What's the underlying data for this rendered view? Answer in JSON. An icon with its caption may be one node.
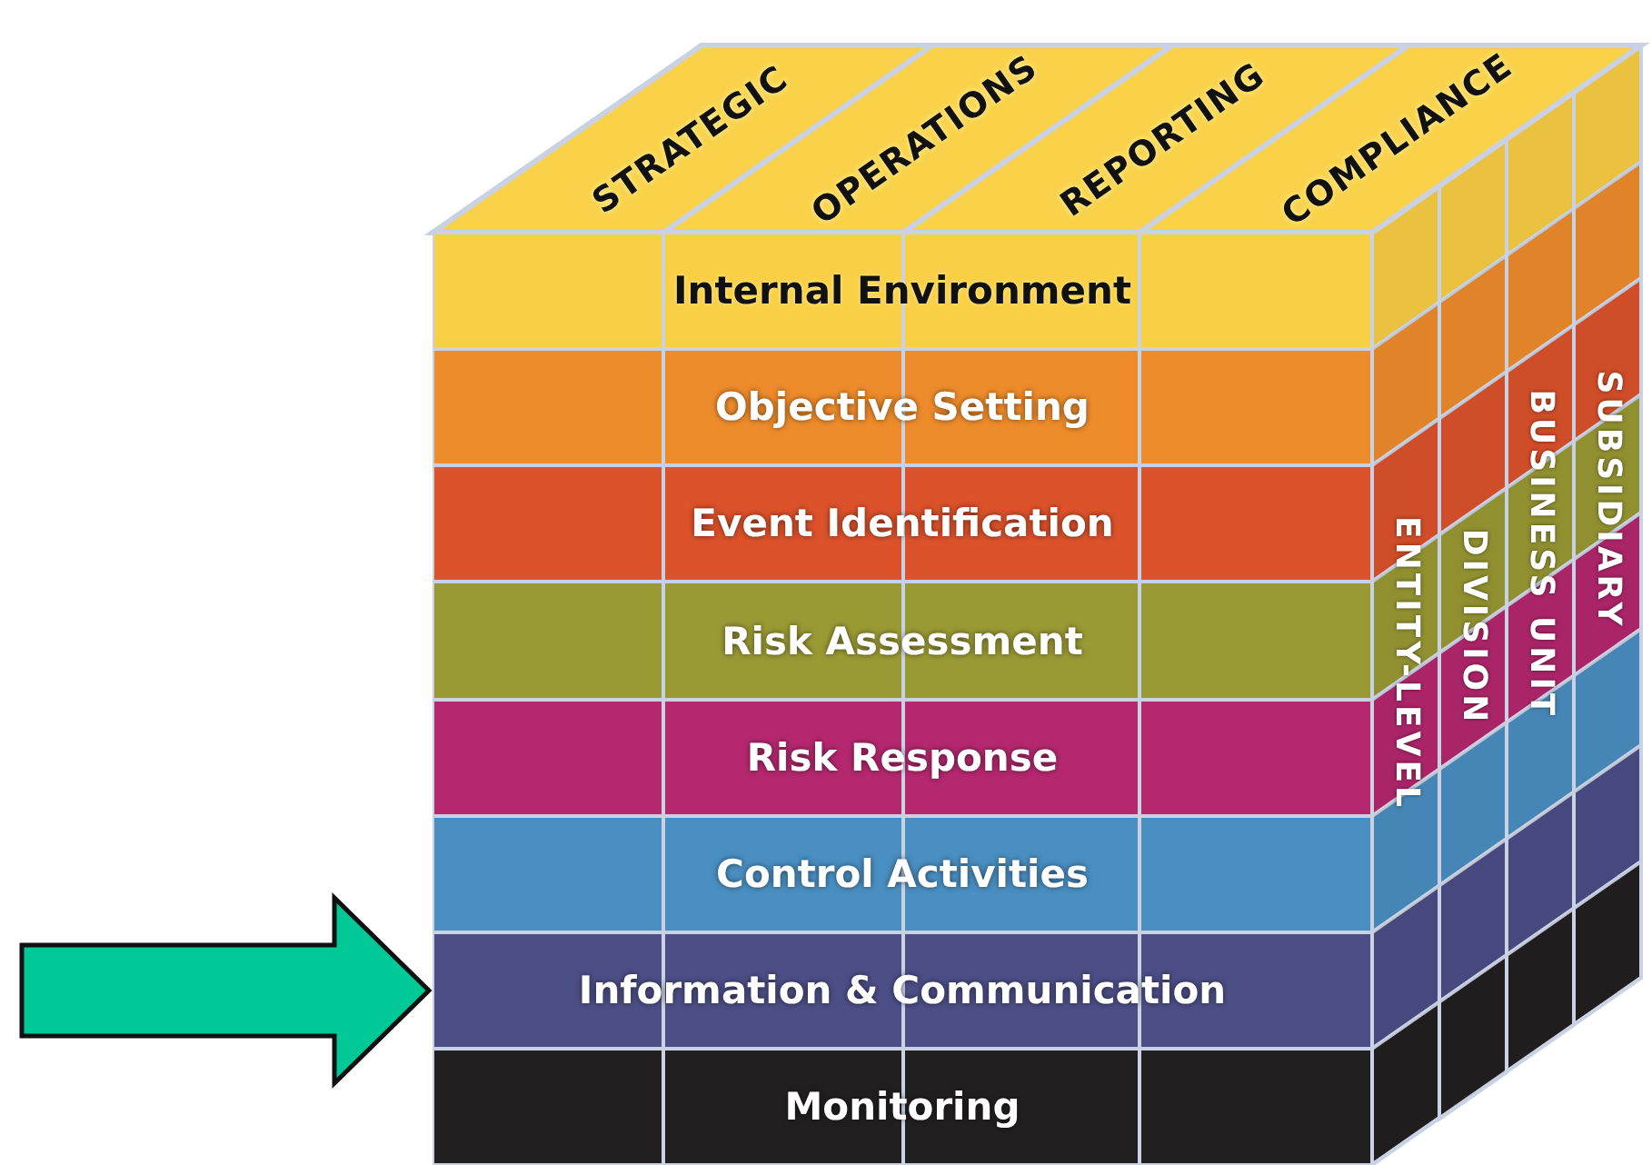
{
  "diagram": {
    "nodes": [
      {
        "text": [
          "STRATEGIC"
        ]
      },
      {
        "text": [
          "OPERATIONS"
        ]
      },
      {
        "text": [
          "REPORTING"
        ]
      },
      {
        "text": [
          "COMPLIANCE"
        ]
      },
      {
        "text": [
          "Internal Environment"
        ]
      },
      {
        "text": [
          "Objective Setting"
        ]
      },
      {
        "text": [
          "Event Identification"
        ]
      },
      {
        "text": [
          "Risk Assessment"
        ]
      },
      {
        "text": [
          "Risk Response"
        ]
      },
      {
        "text": [
          "Control Activities"
        ]
      },
      {
        "text": [
          "Information & Communication"
        ]
      },
      {
        "text": [
          "Monitoring"
        ]
      },
      {
        "text": [
          "ENTITY-LEVEL"
        ]
      },
      {
        "text": [
          "DIVISION"
        ]
      },
      {
        "text": [
          "BUSINESS UNIT"
        ]
      },
      {
        "text": [
          "SUBSIDIARY"
        ]
      }
    ],
    "edges": [
      {
        "from": null,
        "to": 10,
        "arrow": "to",
        "style": "thick",
        "color": "#00c896"
      }
    ]
  }
}
